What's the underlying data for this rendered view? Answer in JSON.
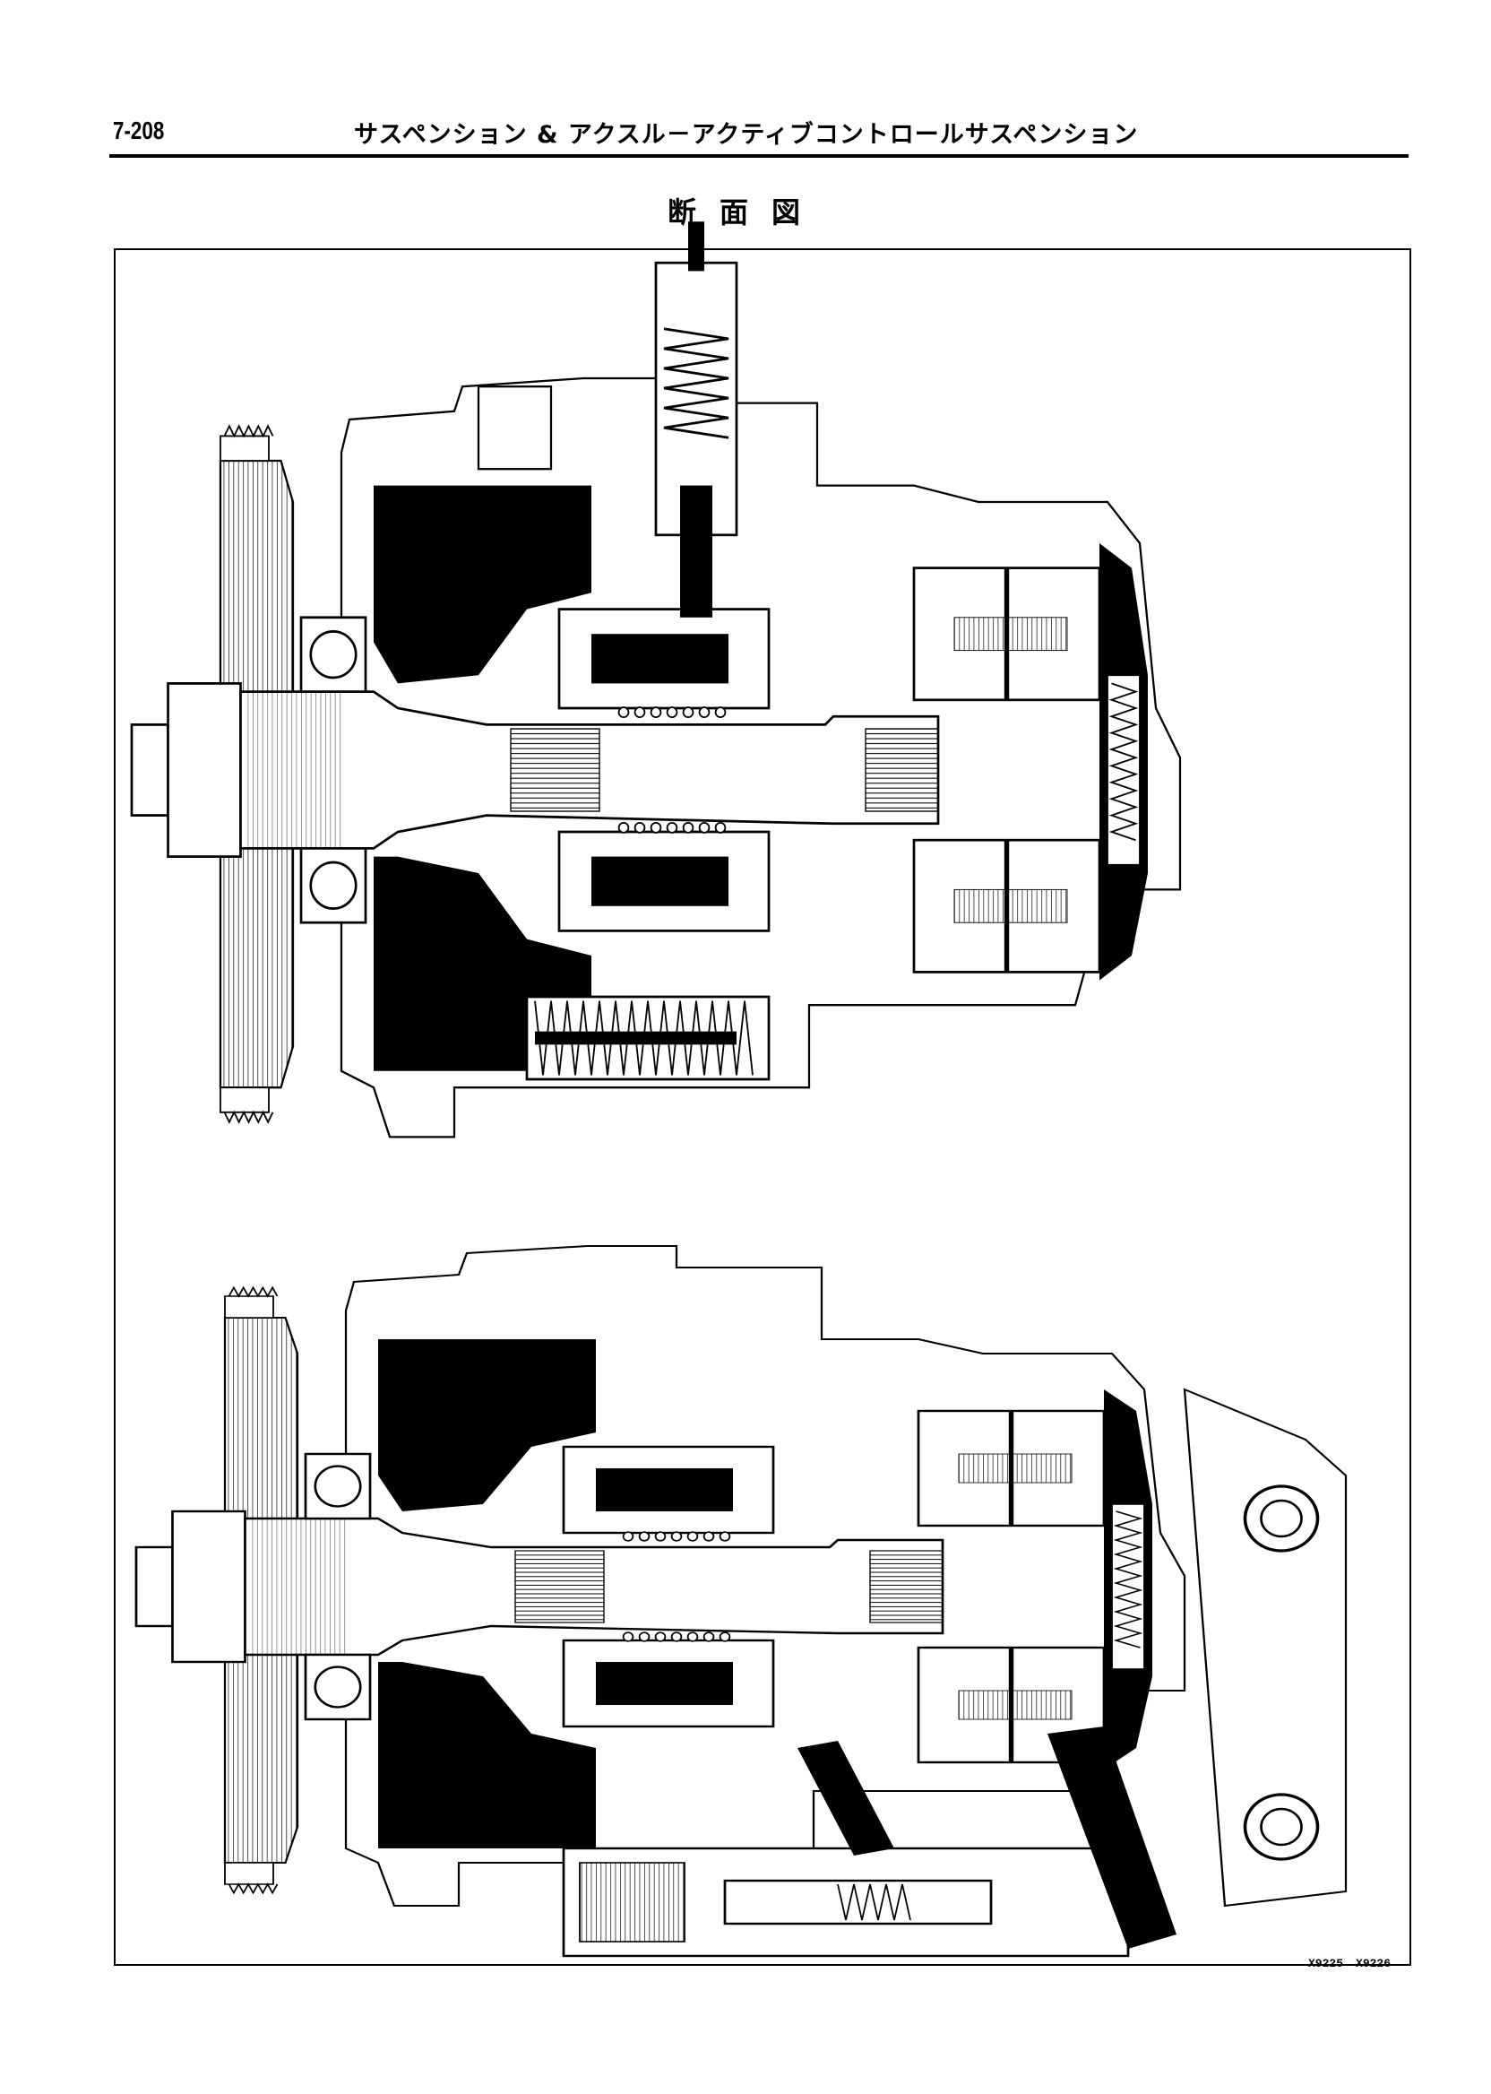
{
  "header": {
    "page_number": "7-208",
    "section_title": "サスペンション & アクスル－アクティブコントロールサスペンション"
  },
  "figure": {
    "title": "断面図",
    "codes": [
      "X9225",
      "X9226"
    ]
  }
}
